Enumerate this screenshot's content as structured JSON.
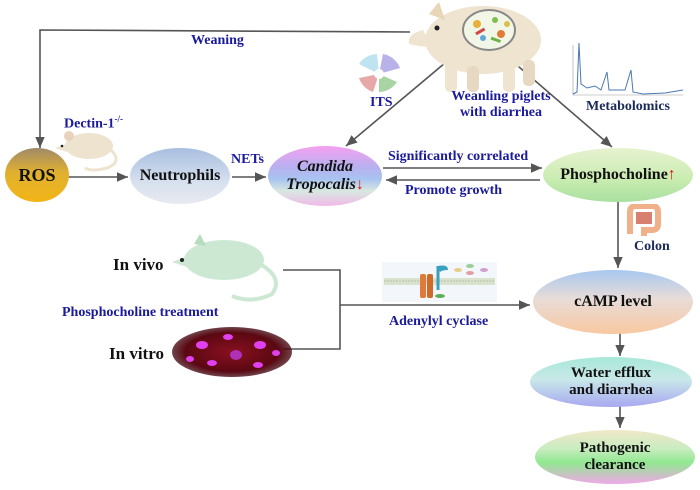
{
  "diagram": {
    "labels": {
      "weaning": "Weaning",
      "dectin": "Dectin-1",
      "dectin_sup": "-/-",
      "nets": "NETs",
      "its": "ITS",
      "weanling_line1": "Weanling piglets",
      "weanling_line2": "with diarrhea",
      "metabolomics": "Metabolomics",
      "significantly_correlated": "Significantly correlated",
      "promote_growth": "Promote growth",
      "colon": "Colon",
      "in_vivo": "In vivo",
      "in_vitro": "In vitro",
      "phosphocholine_treatment": "Phosphocholine treatment",
      "adenylyl_cyclase": "Adenylyl cyclase"
    },
    "nodes": {
      "ros": "ROS",
      "neutrophils": "Neutrophils",
      "candida_line1": "Candida",
      "candida_line2": "Tropocalis",
      "candida_trend": "↓",
      "phosphocholine": "Phosphocholine",
      "phosphocholine_trend": "↑",
      "camp": "cAMP level",
      "water_line1": "Water efflux",
      "water_line2": "and diarrhea",
      "pathogenic_line1": "Pathogenic",
      "pathogenic_line2": "clearance"
    },
    "colors": {
      "text_blue": "#1a1a9a",
      "trend_red": "#e01010",
      "arrow_gray": "#555555"
    }
  }
}
